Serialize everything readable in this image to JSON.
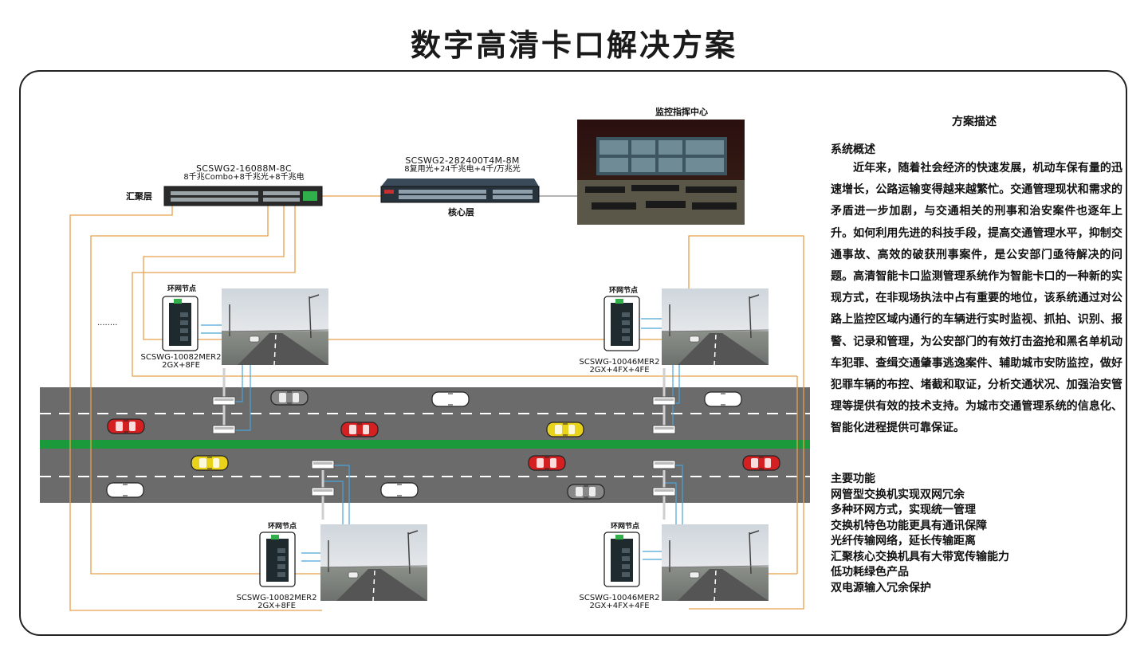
{
  "title": "数字高清卡口解决方案",
  "control_center": {
    "label": "监控指挥中心"
  },
  "aggregation": {
    "layer_label": "汇聚层",
    "model": "SCSWG2-16088M-8C",
    "spec": "8千兆Combo+8千兆光+8千兆电"
  },
  "core": {
    "layer_label": "核心层",
    "model": "SCSWG2-282400T4M-8M",
    "spec": "8复用光+24千兆电+4千/万兆光"
  },
  "ring_nodes": [
    {
      "tag": "环网节点",
      "model": "SCSWG-10082MER2",
      "spec": "2GX+8FE"
    },
    {
      "tag": "环网节点",
      "model": "SCSWG-10046MER2",
      "spec": "2GX+4FX+4FE"
    },
    {
      "tag": "环网节点",
      "model": "SCSWG-10082MER2",
      "spec": "2GX+8FE"
    },
    {
      "tag": "环网节点",
      "model": "SCSWG-10046MER2",
      "spec": "2GX+4FX+4FE"
    }
  ],
  "ellipsis": "........",
  "description": {
    "title": "方案描述",
    "overview_heading": "系统概述",
    "overview_text": "近年来，随着社会经济的快速发展，机动车保有量的迅速增长，公路运输变得越来越繁忙。交通管理现状和需求的矛盾进一步加剧，与交通相关的刑事和治安案件也逐年上升。如何利用先进的科技手段，提高交通管理水平，抑制交通事故、高效的破获刑事案件，是公安部门亟待解决的问题。高清智能卡口监测管理系统作为智能卡口的一种新的实现方式，在非现场执法中占有重要的地位，该系统通过对公路上监控区域内通行的车辆进行实时监视、抓拍、识别、报警、记录和管理，为公安部门的有效打击盗抢和黑名单机动车犯罪、查缉交通肇事逃逸案件、辅助城市安防监控，做好犯罪车辆的布控、堵截和取证，分析交通状况、加强治安管理等提供有效的技术支持。为城市交通管理系统的信息化、智能化进程提供可靠保证。",
    "features_heading": "主要功能",
    "features": [
      "网管型交换机实现双网冗余",
      "多种环网方式，实现统一管理",
      "交换机特色功能更具有通讯保障",
      "光纤传输网络，延长传输距离",
      "汇聚核心交换机具有大带宽传输能力",
      "低功耗绿色产品",
      "双电源输入冗余保护"
    ]
  },
  "colors": {
    "fiber": "#e8a04a",
    "ethernet": "#4aa3d8",
    "road": "#6b6b6b",
    "median": "#1a9a3a",
    "car_red": "#d42020",
    "car_yellow": "#e8d21a"
  }
}
